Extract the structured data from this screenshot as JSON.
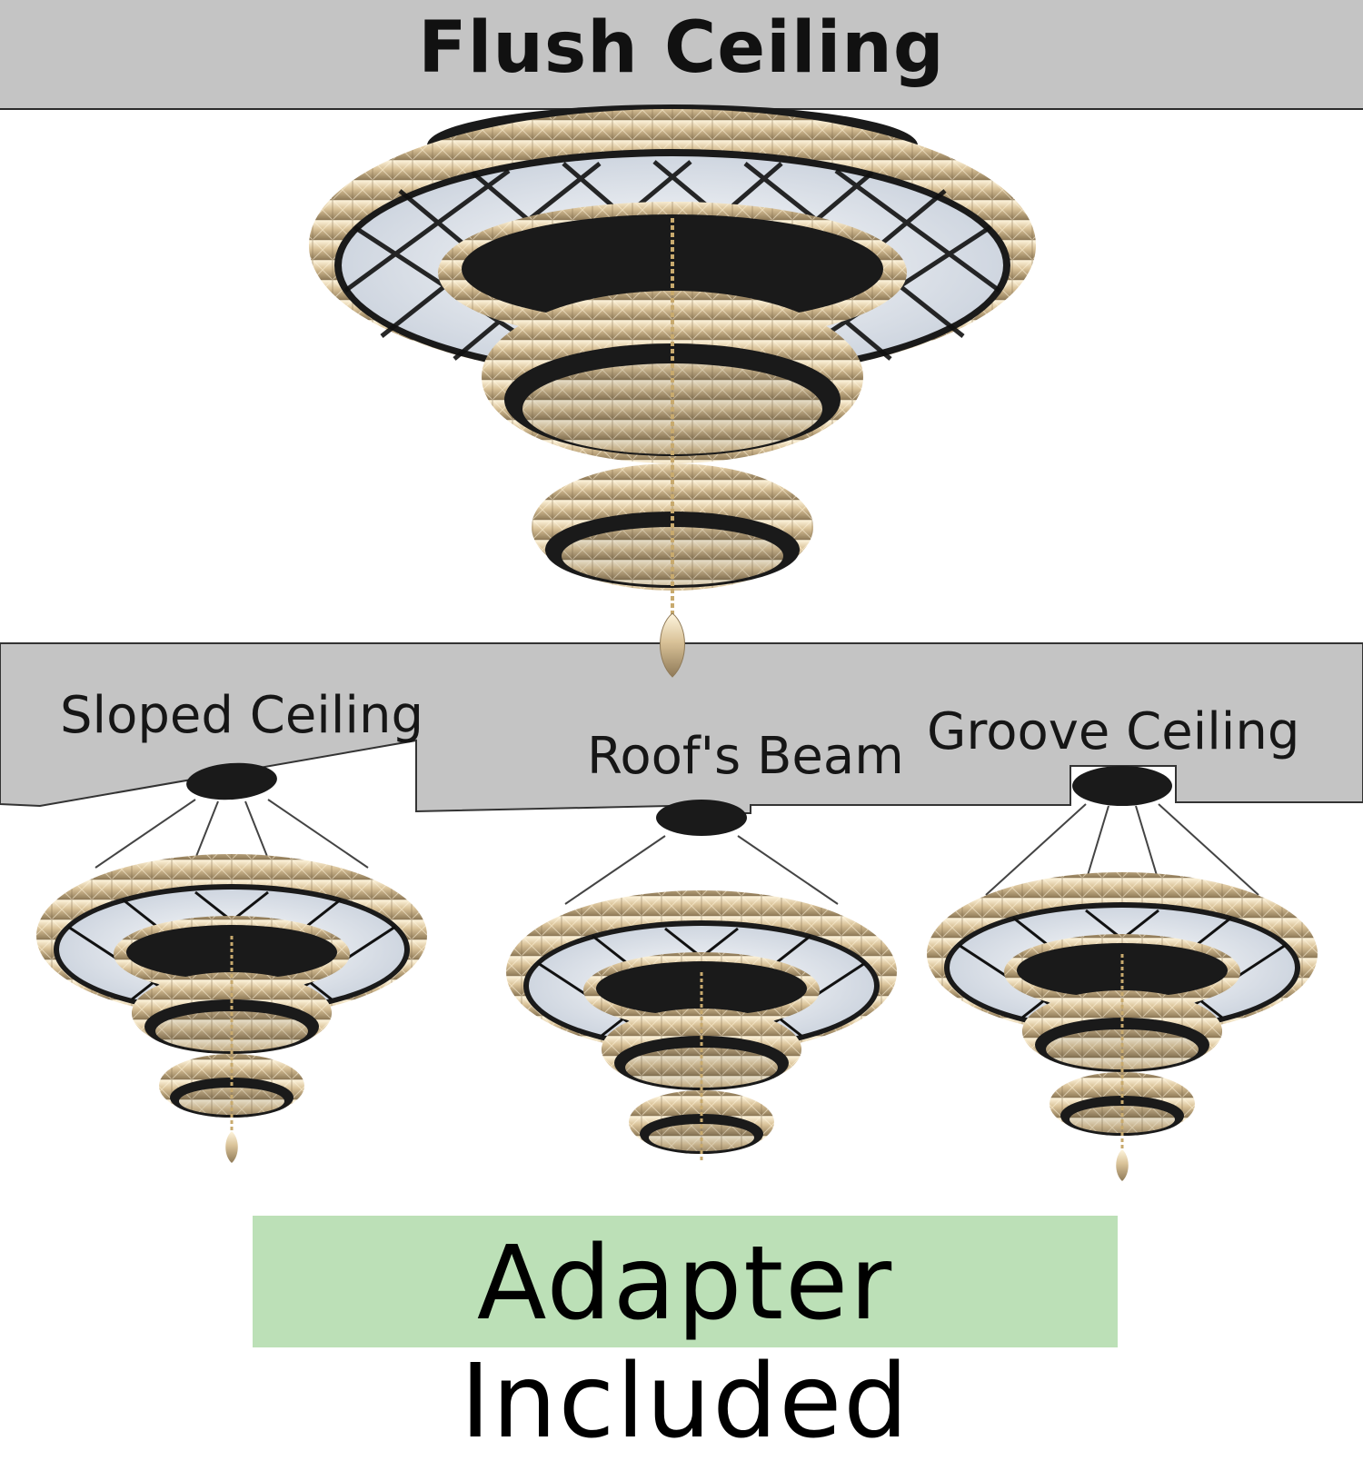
{
  "header": {
    "title": "Flush Ceiling"
  },
  "mounts": {
    "sloped": {
      "label": "Sloped Ceiling"
    },
    "beam": {
      "label": "Roof's Beam"
    },
    "groove": {
      "label": "Groove Ceiling"
    }
  },
  "footer": {
    "text": "Adapter Included"
  },
  "colors": {
    "ceiling_gray": "#c4c4c4",
    "footer_green": "#bce0b7",
    "frame_black": "#1a1a1a",
    "crystal_gold": "#d8c29a"
  }
}
